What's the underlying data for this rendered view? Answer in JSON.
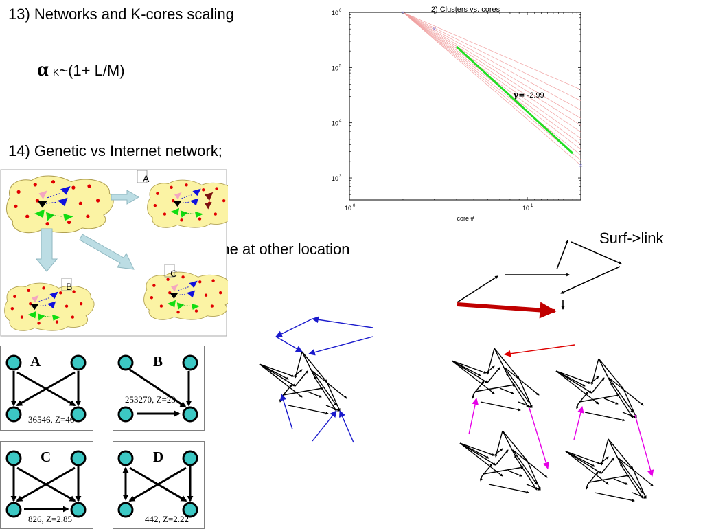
{
  "headings": {
    "networks": "13) Networks and K-cores scaling",
    "genetic": "14) Genetic vs Internet network;"
  },
  "formula": {
    "alpha": "α",
    "subscript": "K",
    "rest": "~(1+ L/M)"
  },
  "cell_figure": {
    "labels": {
      "a": "A",
      "b": "B",
      "c": "C"
    },
    "colors": {
      "cell_fill": "#fbf3a4",
      "cell_stroke": "#b0a050",
      "arrow_fill": "#bcdde4",
      "node_red": "#e00000"
    }
  },
  "copy_caption": "Copy of gene at other location",
  "surf_caption": "Surf->link",
  "motifs": [
    {
      "letter": "A",
      "label": "36546, Z=46"
    },
    {
      "letter": "B",
      "label": "253270, Z=23"
    },
    {
      "letter": "C",
      "label": "826, Z=2.85"
    },
    {
      "letter": "D",
      "label": "442, Z=2.22"
    }
  ],
  "chart_data": {
    "type": "line",
    "title": "2) Clusters vs. cores",
    "xlabel": "core #",
    "ylabel": "",
    "xscale": "log",
    "yscale": "log",
    "xlim": [
      1,
      20
    ],
    "ylim": [
      400,
      1000000
    ],
    "xticks": [
      {
        "base": "10",
        "exp": "0"
      },
      {
        "base": "10",
        "exp": "1"
      }
    ],
    "yticks": [
      {
        "base": "10",
        "exp": "3"
      },
      {
        "base": "10",
        "exp": "4"
      },
      {
        "base": "10",
        "exp": "5"
      },
      {
        "base": "10",
        "exp": "6"
      }
    ],
    "annotation": {
      "symbol": "γ=",
      "value": "-2.99"
    },
    "fit_line": {
      "x": [
        4,
        18
      ],
      "y": [
        240000,
        2800
      ],
      "color": "#22dd22"
    },
    "thin_lines": {
      "color": "#f0a0a0",
      "x_start": 2,
      "y_start": 1000000,
      "x_end": 20,
      "y_end": [
        40000,
        25000,
        17000,
        12000,
        9000,
        6800,
        5200,
        4100,
        3300,
        2600,
        2100,
        1700
      ]
    },
    "markers": {
      "color": "#8888dd",
      "points": [
        [
          2,
          1000000
        ],
        [
          3,
          500000
        ],
        [
          20,
          1700
        ]
      ]
    }
  },
  "graph_colors": {
    "black": "#000000",
    "blue": "#1a1acc",
    "red": "#dd0000",
    "magenta": "#e600e6",
    "dark_red": "#c00000",
    "node_teal": "#3cc8c4"
  }
}
